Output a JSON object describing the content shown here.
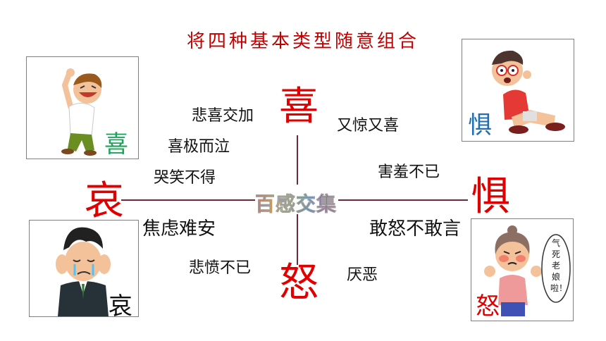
{
  "title": "将四种基本类型随意组合",
  "center": "百感交集",
  "axis": {
    "top": "喜",
    "left": "哀",
    "right": "惧",
    "bottom": "怒"
  },
  "phrases": {
    "upper_left": [
      "悲喜交加",
      "喜极而泣",
      "哭笑不得"
    ],
    "upper_right": [
      "又惊又喜",
      "害羞不已"
    ],
    "lower_left": [
      "焦虑难安",
      "悲愤不已"
    ],
    "lower_right": [
      "敢怒不敢言",
      "厌恶"
    ]
  },
  "cards": {
    "happy": "喜",
    "fear": "惧",
    "sad": "哀",
    "angry": "怒",
    "angry_bubble": "气死老娘啦！"
  },
  "colors": {
    "title": "#c00000",
    "axis_chars": "#e00000",
    "happy_label": "#1fa35a",
    "fear_label": "#1f6fb5",
    "sad_label": "#111111",
    "angry_label": "#e00000"
  }
}
